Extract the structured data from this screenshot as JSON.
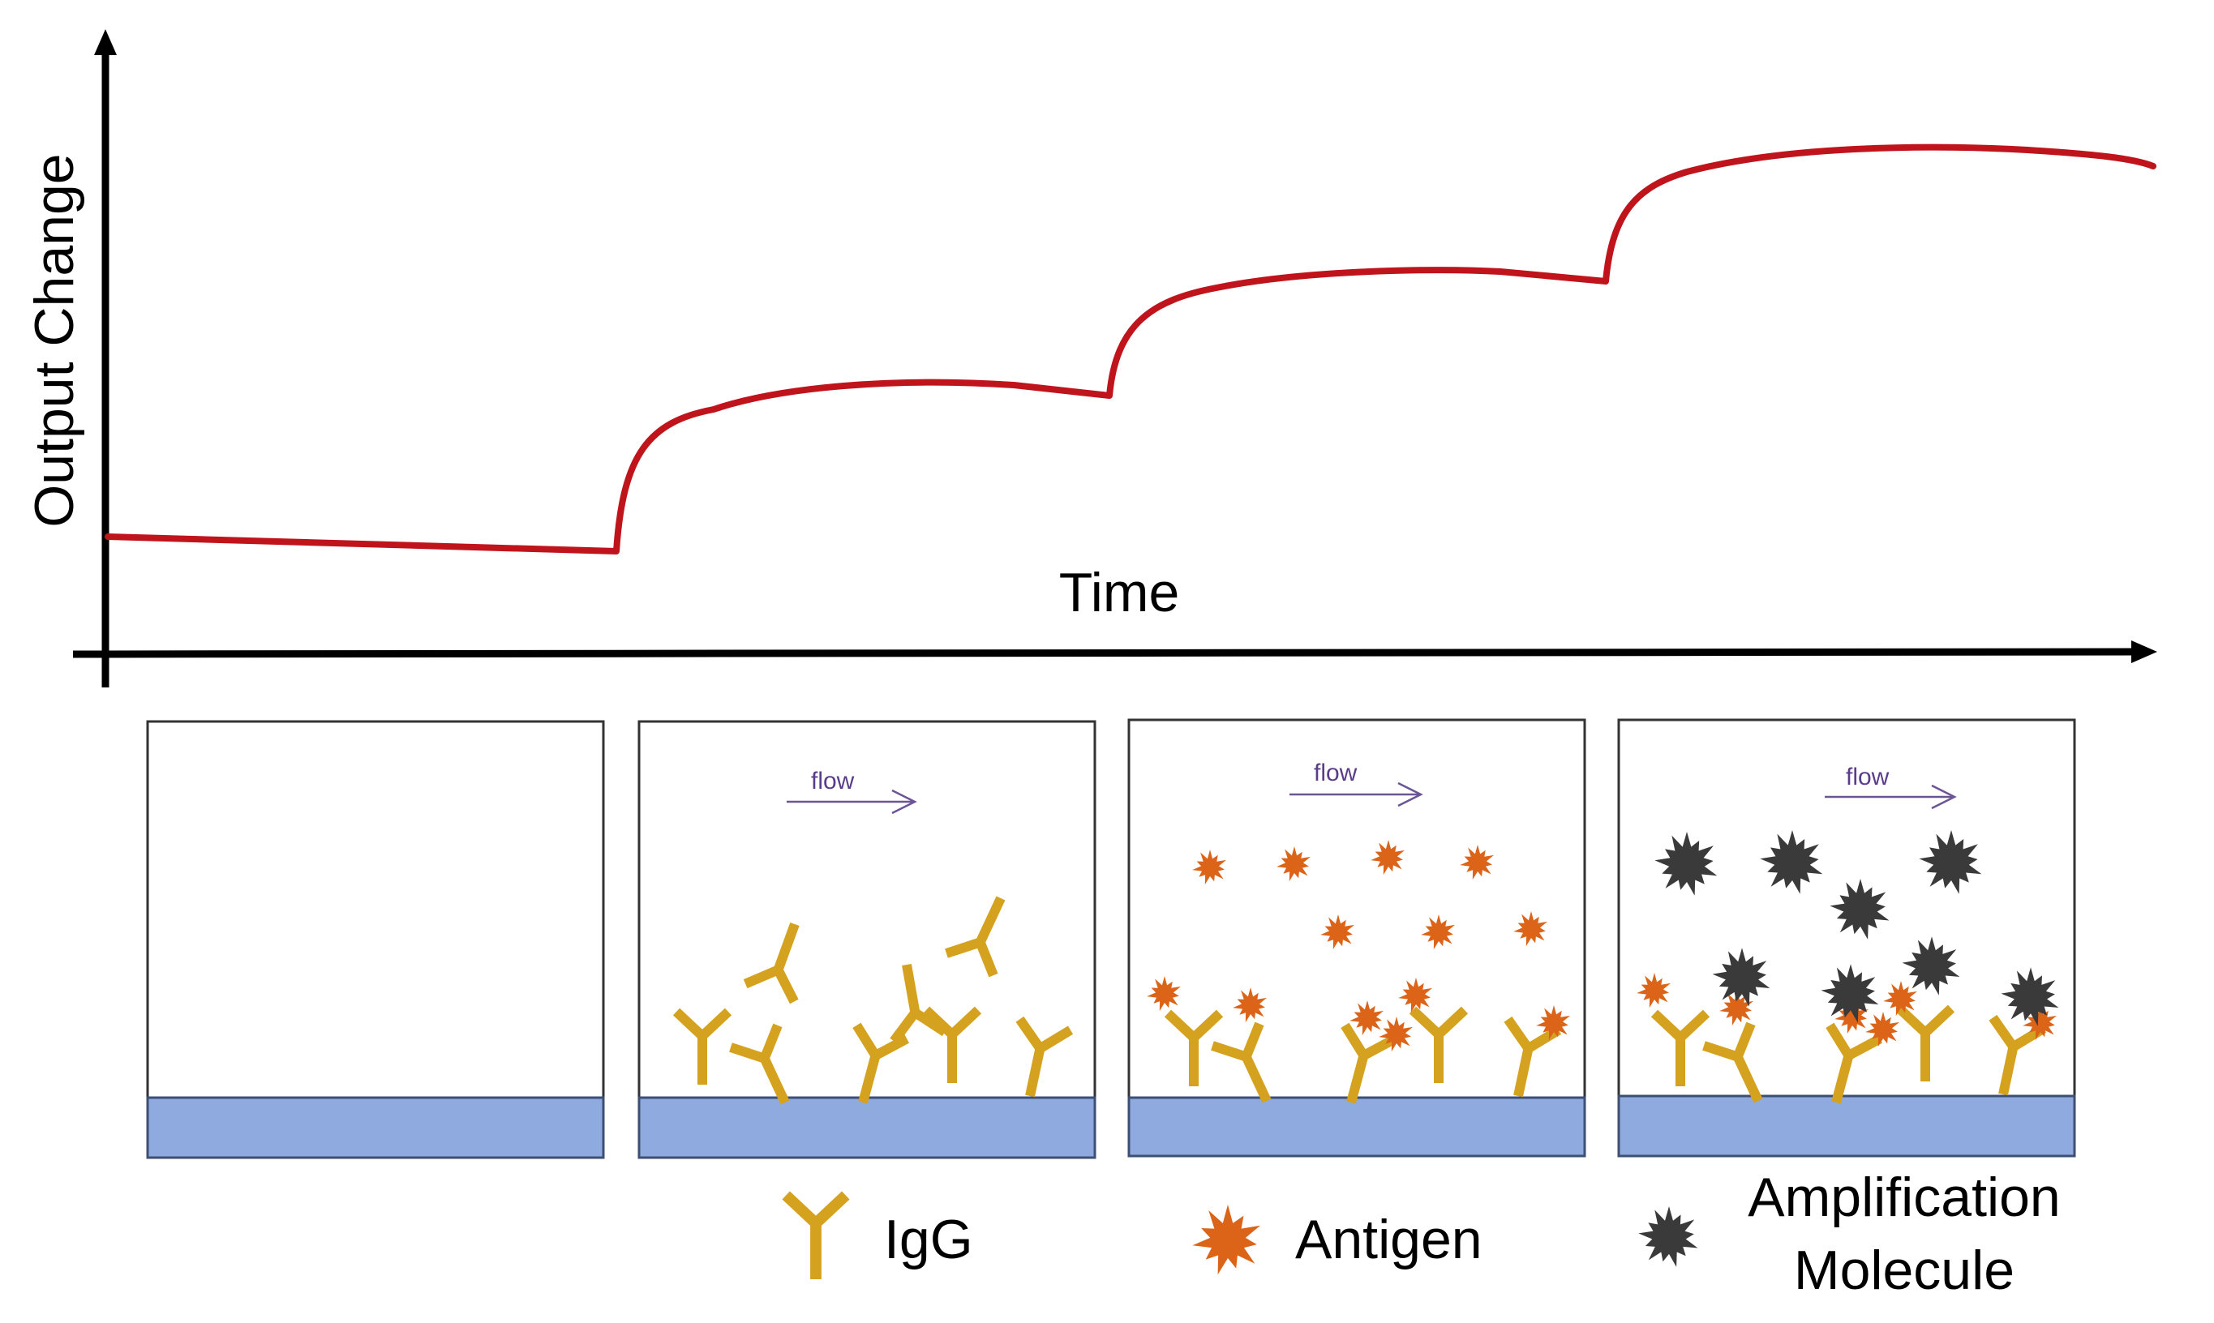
{
  "axes": {
    "x_label": "Time",
    "y_label": "Output Change"
  },
  "panels": [
    {
      "flow_label": ""
    },
    {
      "flow_label": "flow"
    },
    {
      "flow_label": "flow"
    },
    {
      "flow_label": "flow"
    }
  ],
  "legend": {
    "igg": "IgG",
    "antigen": "Antigen",
    "amplification_line1": "Amplification",
    "amplification_line2": "Molecule"
  },
  "colors": {
    "curve": "#c0141c",
    "antibody": "#d4a21f",
    "antigen": "#db6418",
    "amplification": "#3a3a3a",
    "substrate": "#8eaadf"
  },
  "icons": [
    "igg-antibody-icon",
    "antigen-icon",
    "amplification-molecule-icon",
    "flow-arrow-icon"
  ]
}
